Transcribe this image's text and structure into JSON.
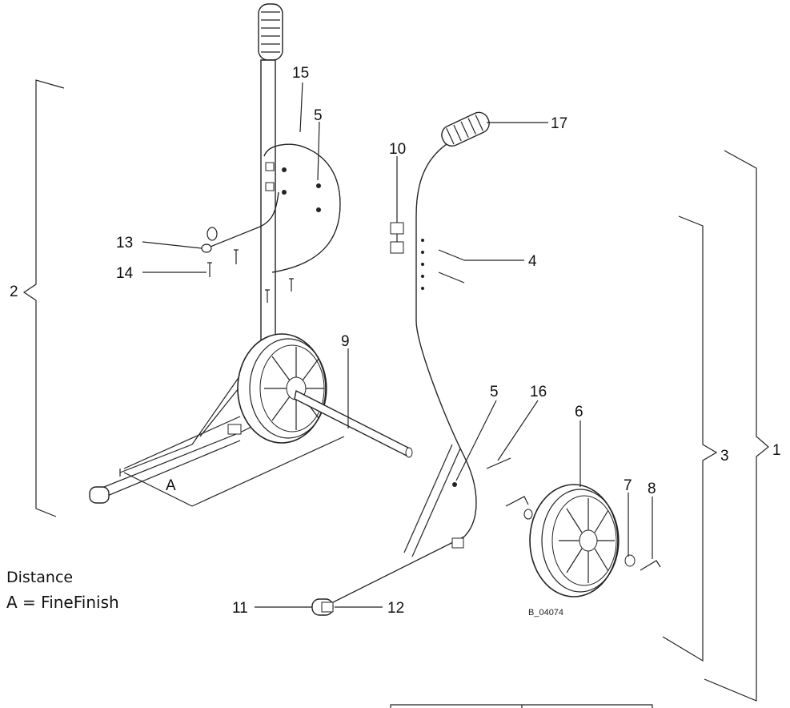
{
  "diagram": {
    "callouts": {
      "c1": "1",
      "c2": "2",
      "c3": "3",
      "c4": "4",
      "c5a": "5",
      "c5b": "5",
      "c6": "6",
      "c7": "7",
      "c8": "8",
      "c9": "9",
      "c10": "10",
      "c11": "11",
      "c12": "12",
      "c13": "13",
      "c14": "14",
      "c15": "15",
      "c16": "16",
      "c17": "17",
      "dimA": "A"
    },
    "legend": {
      "title": "Distance",
      "value": "A = FineFinish"
    },
    "drawing_code": "B_04074"
  },
  "colors": {
    "line": "#222222",
    "background": "#ffffff"
  }
}
